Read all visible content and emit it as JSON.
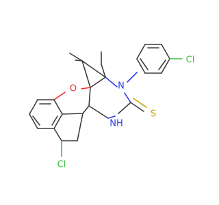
{
  "molecule": {
    "atoms": {
      "cl_top": "Cl",
      "n_top": "N",
      "o_ring": "O",
      "nh": "NH",
      "s_thione": "S",
      "cl_bottom": "Cl"
    },
    "colors": {
      "carbon": "#3d3d3d",
      "chlorine": "#38c038",
      "oxygen": "#ef2a2a",
      "nitrogen": "#2c3ce8",
      "sulfur": "#c6a400",
      "background": "#ffffff"
    }
  }
}
